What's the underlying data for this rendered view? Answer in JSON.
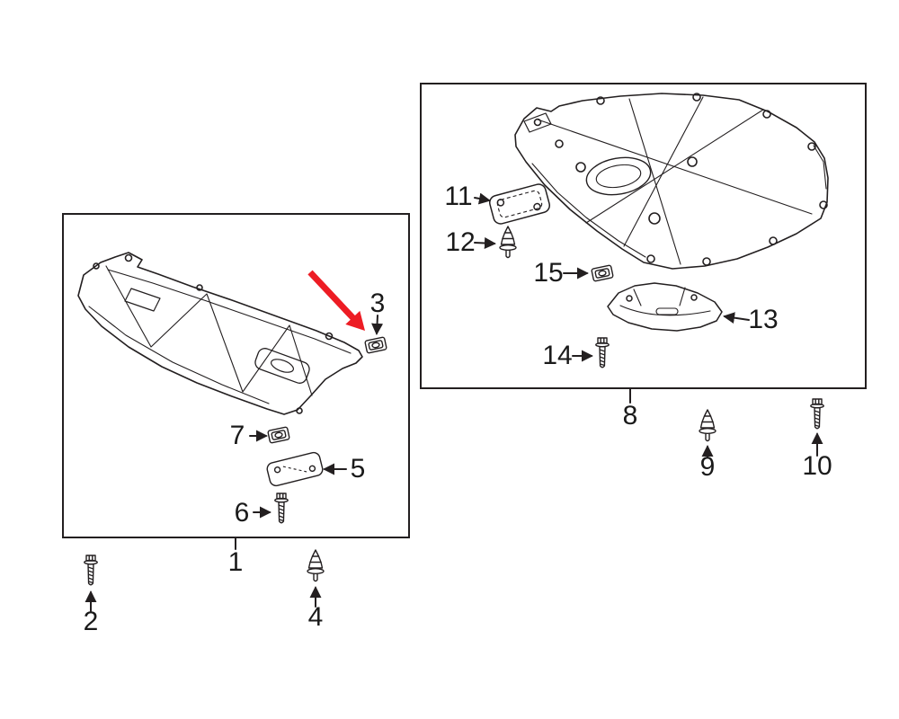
{
  "diagram": {
    "callouts": {
      "1": "1",
      "2": "2",
      "3": "3",
      "4": "4",
      "5": "5",
      "6": "6",
      "7": "7",
      "8": "8",
      "9": "9",
      "10": "10",
      "11": "11",
      "12": "12",
      "13": "13",
      "14": "14",
      "15": "15"
    },
    "colors": {
      "line": "#231f20",
      "highlight_arrow": "#ed1c24",
      "background": "#ffffff"
    }
  }
}
